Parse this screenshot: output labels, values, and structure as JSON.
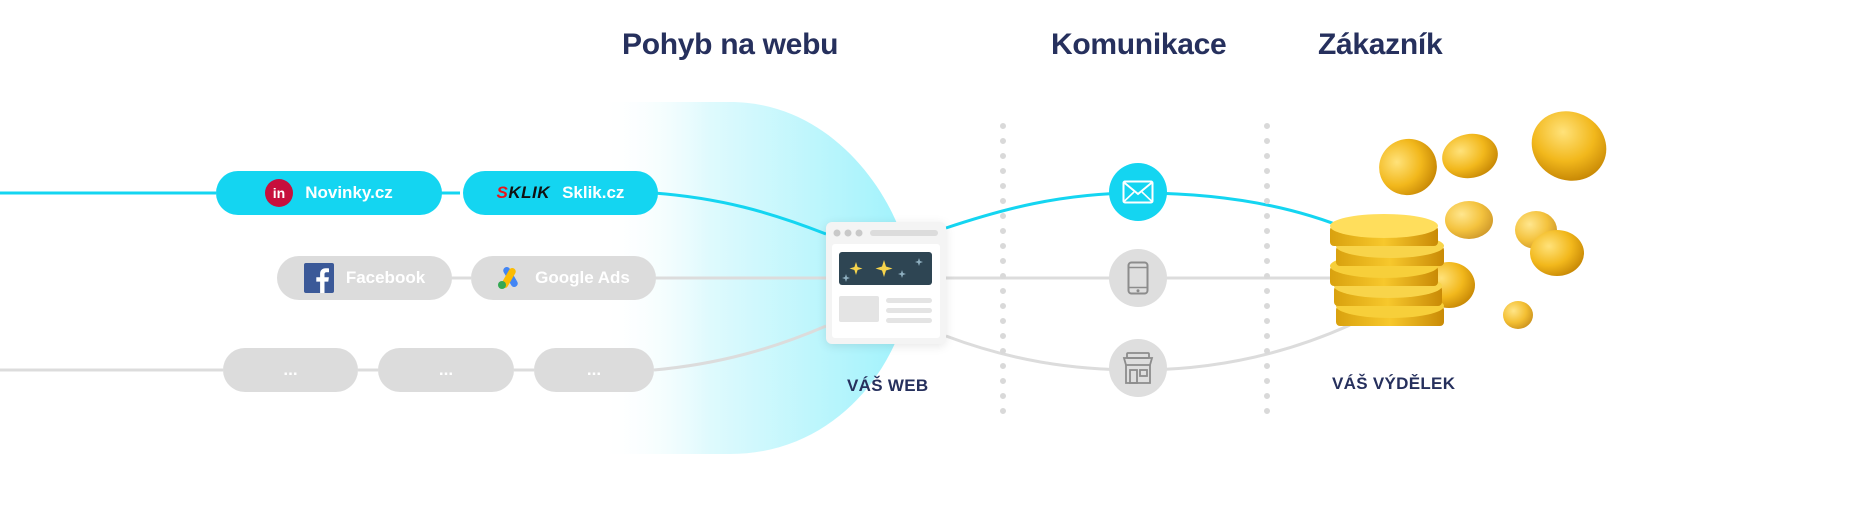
{
  "headings": {
    "movement": "Pohyb na webu",
    "communication": "Komunikace",
    "customer": "Zákazník"
  },
  "channels": {
    "row1": [
      {
        "label": "Novinky.cz",
        "icon": "novinky-logo-icon",
        "logo_text": "in",
        "state": "active"
      },
      {
        "label": "Sklik.cz",
        "icon": "sklik-logo-icon",
        "logo_text": "SKLIK",
        "state": "active"
      }
    ],
    "row2": [
      {
        "label": "Facebook",
        "icon": "facebook-logo-icon",
        "state": "muted"
      },
      {
        "label": "Google Ads",
        "icon": "google-ads-logo-icon",
        "state": "muted"
      }
    ],
    "row3": [
      {
        "label": "...",
        "state": "muted"
      },
      {
        "label": "...",
        "state": "muted"
      },
      {
        "label": "...",
        "state": "muted"
      }
    ]
  },
  "web": {
    "caption": "VÁŠ WEB",
    "icon": "browser-window-icon"
  },
  "communication_channels": [
    {
      "icon": "envelope-icon",
      "state": "active"
    },
    {
      "icon": "phone-icon",
      "state": "muted"
    },
    {
      "icon": "store-icon",
      "state": "muted"
    }
  ],
  "earnings": {
    "caption": "VÁŠ VÝDĚLEK",
    "icon": "gold-coins-icon"
  },
  "colors": {
    "accent": "#14d5f1",
    "muted": "#dcdcdc",
    "heading": "#26305d",
    "gold": "#f2b81c"
  }
}
